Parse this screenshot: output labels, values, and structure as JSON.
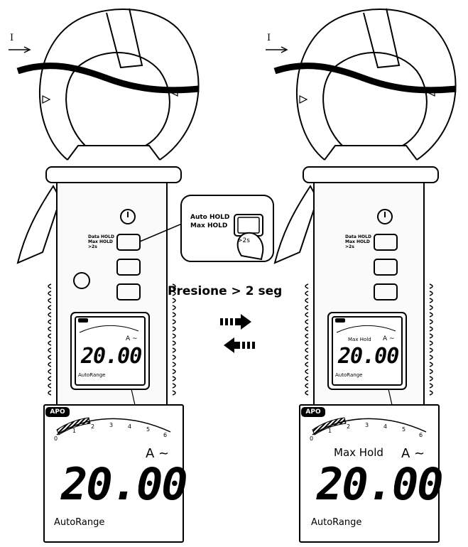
{
  "caption": "Presione > 2 seg",
  "current_label": "I",
  "callout": {
    "line1": "Auto HOLD",
    "line2": "Max HOLD",
    "line3": ">2s"
  },
  "side_buttons": {
    "line1": "Data HOLD",
    "line2": "Max HOLD",
    "line3": ">2s"
  },
  "apo": "APO",
  "scale_ticks": [
    "0",
    "1",
    "2",
    "3",
    "4",
    "5",
    "6"
  ],
  "unit": "A ~",
  "reading": "20.00",
  "range_label": "AutoRange",
  "max_hold_label": "Max Hold",
  "colors": {
    "ink": "#000000",
    "paper": "#ffffff",
    "device_fill": "#f2f2f2"
  }
}
